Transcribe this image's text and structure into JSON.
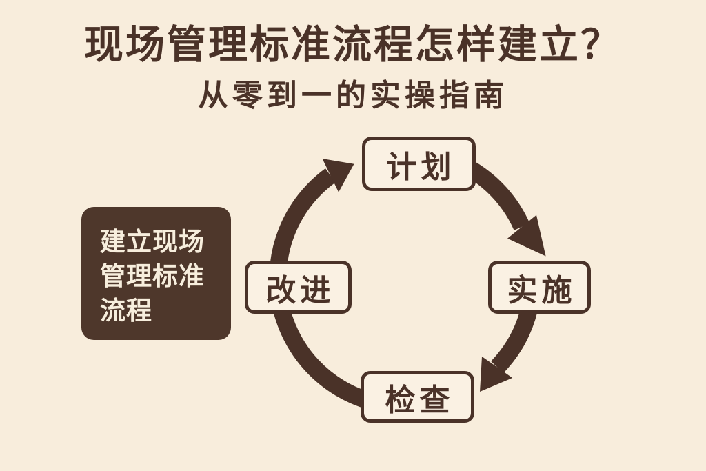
{
  "colors": {
    "background": "#f8eddc",
    "brown": "#4a3228",
    "node_fill": "#faf1e3",
    "dark_box_bg": "#4e372b",
    "dark_box_text": "#f7eedd"
  },
  "header": {
    "title": "现场管理标准流程怎样建立？",
    "subtitle": "从零到一的实操指南"
  },
  "side_box": {
    "text": "建立现场管理标准流程",
    "lines": [
      "建立现场",
      "管理标准",
      "流程"
    ]
  },
  "cycle": {
    "type": "cycle-diagram",
    "direction": "clockwise",
    "nodes": [
      {
        "id": "plan",
        "label": "计划",
        "position": "top"
      },
      {
        "id": "do",
        "label": "实施",
        "position": "right"
      },
      {
        "id": "check",
        "label": "检查",
        "position": "bottom"
      },
      {
        "id": "act",
        "label": "改进",
        "position": "left"
      }
    ]
  }
}
